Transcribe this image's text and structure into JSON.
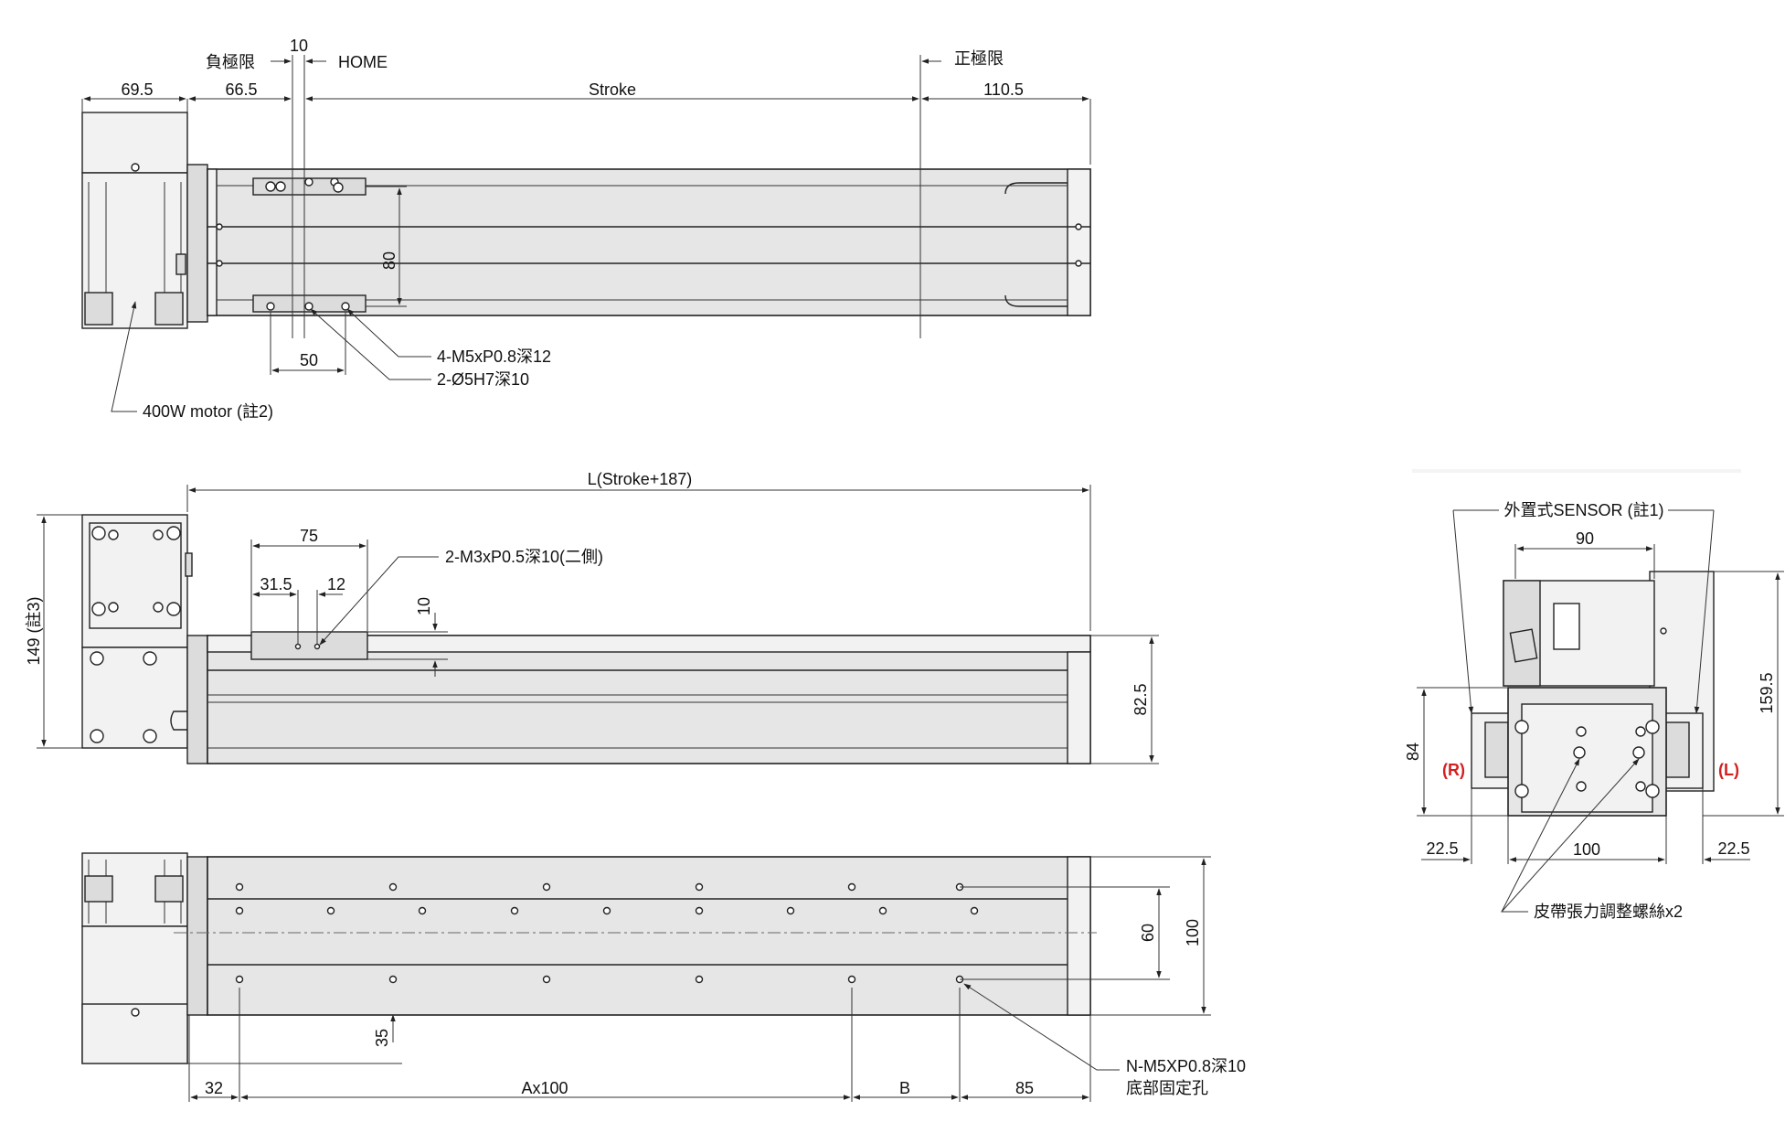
{
  "top_view": {
    "dim_motor": "69.5",
    "dim_neg_offset": "66.5",
    "dim_home_gap": "10",
    "label_neg_limit": "負極限",
    "label_home": "HOME",
    "label_stroke": "Stroke",
    "label_pos_limit": "正極限",
    "dim_end": "110.5",
    "dim_rail": "80",
    "dim_hole_pitch": "50",
    "note_tap": "4-M5xP0.8深12",
    "note_pin": "2-Ø5H7深10",
    "note_motor": "400W motor (註2)"
  },
  "side_view": {
    "dim_length": "L(Stroke+187)",
    "dim_height_total": "149 (註3)",
    "dim_carriage": "75",
    "dim_hole_x1": "31.5",
    "dim_hole_x2": "12",
    "dim_carriage_top": "10",
    "note_side_tap": "2-M3xP0.5深10(二側)",
    "dim_body_height": "82.5"
  },
  "bottom_view": {
    "dim_inner": "60",
    "dim_width": "100",
    "dim_edge_y": "35",
    "dim_start": "32",
    "dim_pitch": "Ax100",
    "dim_b": "B",
    "dim_end": "85",
    "note_holes_line1": "N-M5XP0.8深10",
    "note_holes_line2": "底部固定孔"
  },
  "end_view": {
    "note_sensor": "外置式SENSOR (註1)",
    "dim_motor_w": "90",
    "dim_height": "159.5",
    "dim_body_h": "84",
    "label_r": "(R)",
    "label_l": "(L)",
    "dim_left": "22.5",
    "dim_body_w": "100",
    "dim_right": "22.5",
    "note_belt": "皮帶張力調整螺絲x2"
  }
}
